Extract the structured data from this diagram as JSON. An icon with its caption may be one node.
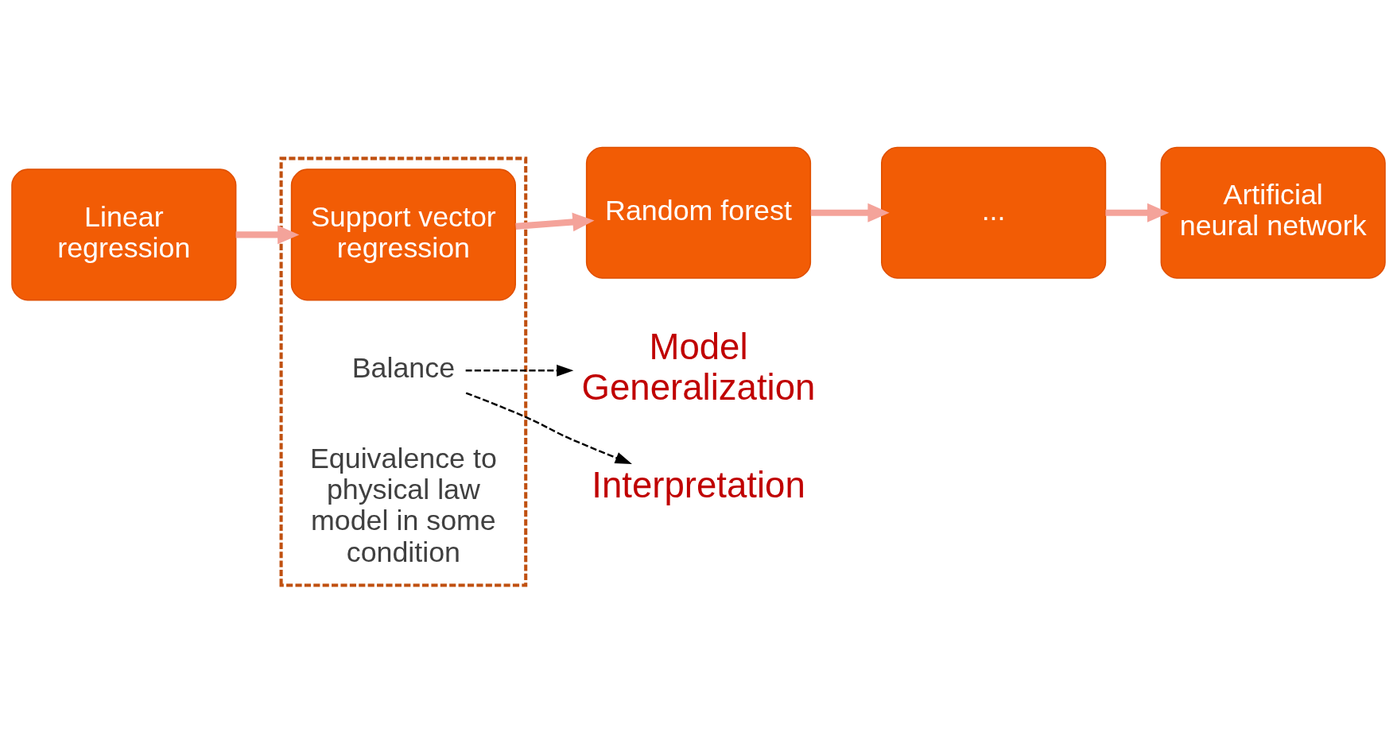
{
  "diagram": {
    "nodes": [
      {
        "text": [
          "Linear regression"
        ]
      },
      {
        "text": [],
        "shape": "box"
      },
      {
        "text": [
          "Support vector regression"
        ],
        "in": 1
      },
      {
        "text": [
          "Random forest"
        ]
      },
      {
        "text": [
          "..."
        ]
      },
      {
        "text": [
          "Artificial neural network"
        ]
      },
      {
        "text": [
          "Model Generalization"
        ]
      },
      {
        "text": [
          "Interpretation"
        ]
      },
      {
        "text": [
          "Balance"
        ],
        "in": 1
      },
      {
        "text": [
          "Equivalence to physical law model in some condition"
        ],
        "in": 1
      }
    ],
    "edges": [
      {
        "from": 0,
        "to": 2,
        "arrow": "to"
      },
      {
        "from": 2,
        "to": 3,
        "arrow": "to"
      },
      {
        "from": 3,
        "to": 4,
        "arrow": "to"
      },
      {
        "from": 4,
        "to": 5,
        "arrow": "to"
      },
      {
        "from": 8,
        "to": 6,
        "arrow": "to",
        "style": "dashed",
        "color": "#000000"
      },
      {
        "from": 8,
        "to": 7,
        "arrow": "to",
        "style": "dashed",
        "color": "#000000"
      }
    ]
  }
}
